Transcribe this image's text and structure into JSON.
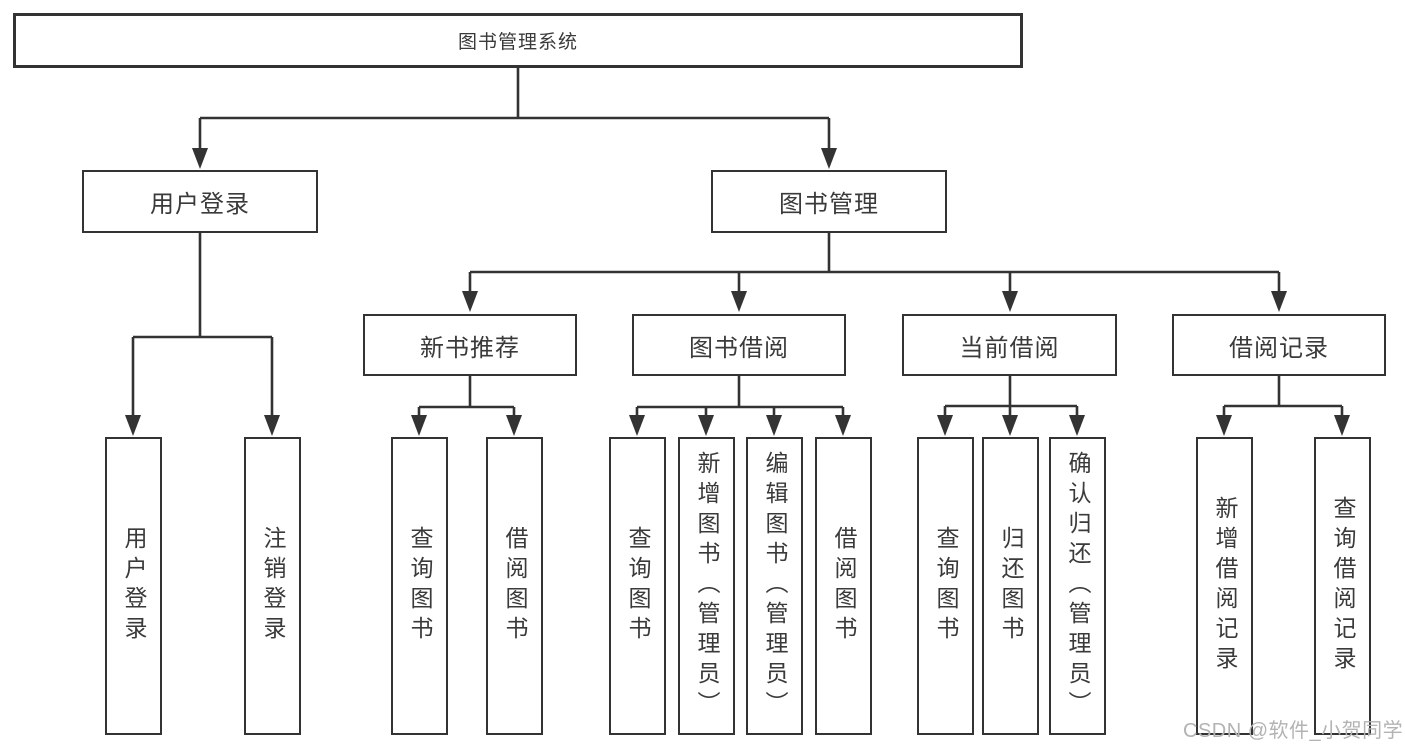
{
  "diagram": {
    "colors": {
      "bg": "#ffffff",
      "line": "#333333",
      "text": "#3a3a3a",
      "watermark": "#b3b3b3"
    },
    "watermark": "CSDN @软件_小贺同学",
    "tree": {
      "root": "图书管理系统",
      "branches": [
        {
          "label": "用户登录",
          "children": [
            "用户登录",
            "注销登录"
          ]
        },
        {
          "label": "图书管理",
          "groups": [
            {
              "label": "新书推荐",
              "children": [
                "查询图书",
                "借阅图书"
              ]
            },
            {
              "label": "图书借阅",
              "children": [
                "查询图书",
                "新增图书（管理员）",
                "编辑图书（管理员）",
                "借阅图书"
              ]
            },
            {
              "label": "当前借阅",
              "children": [
                "查询图书",
                "归还图书",
                "确认归还（管理员）"
              ]
            },
            {
              "label": "借阅记录",
              "children": [
                "新增借阅记录",
                "查询借阅记录"
              ]
            }
          ]
        }
      ]
    }
  }
}
